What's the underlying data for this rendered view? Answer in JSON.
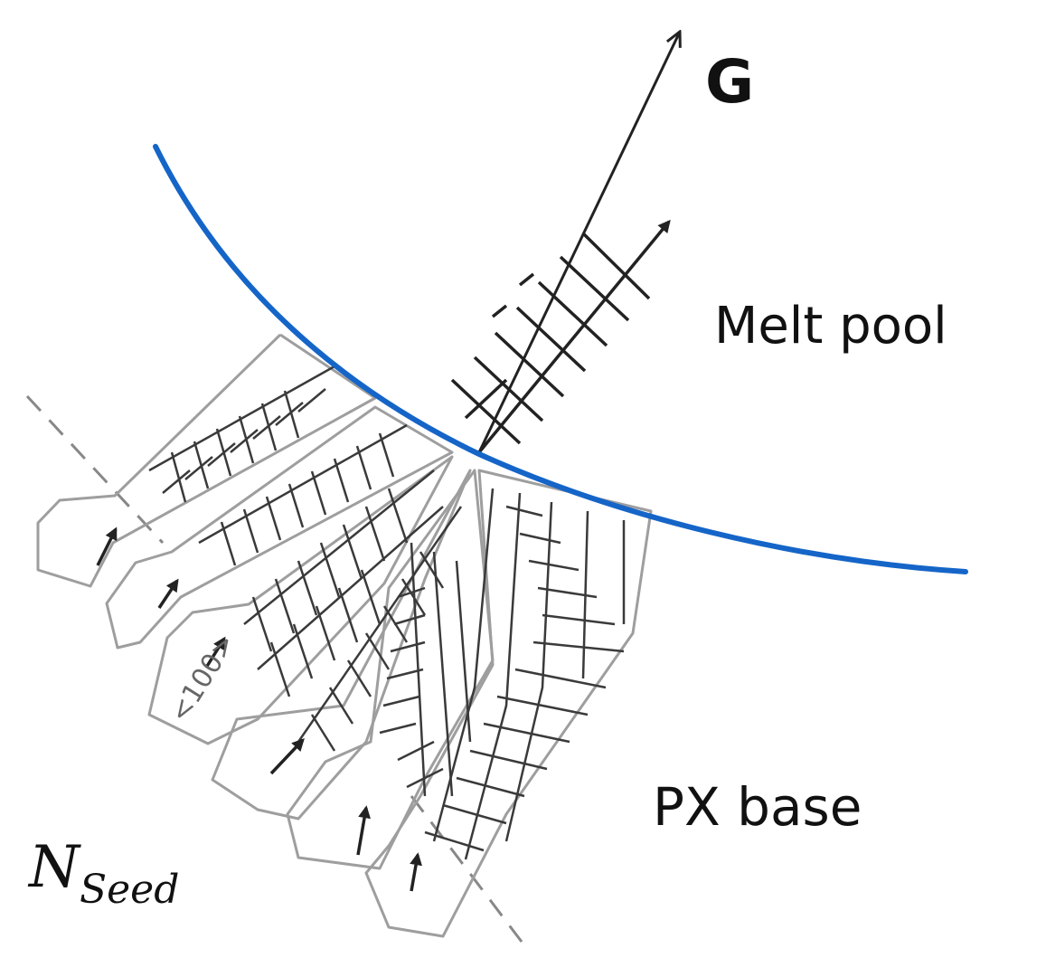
{
  "labels": {
    "gradient": "G",
    "melt_pool": "Melt pool",
    "px_base": "PX base",
    "n_seed_main": "N",
    "n_seed_sub": "Seed",
    "direction": "<100>"
  },
  "colors": {
    "melt_pool_boundary": "#1565c8",
    "grain_outline": "#9e9e9e",
    "dendrite": "#3a3a3a",
    "arrow": "#222222"
  }
}
